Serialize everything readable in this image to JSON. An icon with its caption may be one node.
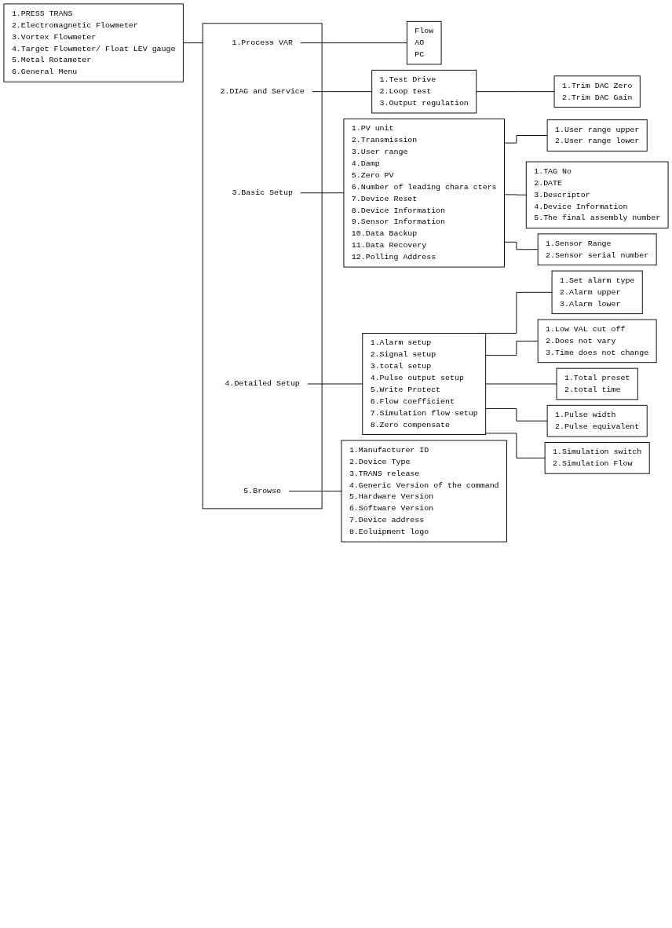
{
  "diagram": {
    "nodes": [
      {
        "text": [
          "1.PRESS TRANS",
          "2.Electromagnetic Flowmeter",
          "3.Vortex Flowmeter",
          "4.Target Flowmeter/ Float LEV gauge",
          "5.Metal Rotameter",
          "6.General Menu"
        ]
      },
      {
        "text": [],
        "shape": "box"
      },
      {
        "text": [
          "1.Process VAR"
        ],
        "in": 1
      },
      {
        "text": [
          "2.DIAG and Service"
        ],
        "in": 1
      },
      {
        "text": [
          "3.Basic Setup"
        ],
        "in": 1
      },
      {
        "text": [
          "4.Detailed Setup"
        ],
        "in": 1
      },
      {
        "text": [
          "5.Browse"
        ],
        "in": 1
      },
      {
        "text": [
          "Flow",
          "AO",
          "PC"
        ]
      },
      {
        "text": [
          "1.Test Drive",
          "2.Loop test",
          "3.Output regulation"
        ]
      },
      {
        "text": [
          "1.Trim DAC Zero",
          "2.Trim DAC Gain"
        ]
      },
      {
        "text": [
          "1.PV unit",
          "2.Transmission",
          "3.User range",
          "4.Damp",
          "5.Zero PV",
          "6.Number of leading chara cters",
          "7.Device Reset",
          "8.Device Information",
          "9.Sensor Information",
          "10.Data Backup",
          "11.Data Recovery",
          "12.Polling Address"
        ]
      },
      {
        "text": [
          "1.User range upper",
          "2.User range lower"
        ]
      },
      {
        "text": [
          "1.TAG No",
          "2.DATE",
          "3.Descriptor",
          "4.Device Information",
          "5.The final assembly number"
        ]
      },
      {
        "text": [
          "1.Sensor Range",
          "2.Sensor serial number"
        ]
      },
      {
        "text": [
          "1.Alarm setup",
          "2.Signal setup",
          "3.total setup",
          "4.Pulse output setup",
          "5.Write Protect",
          "6.Flow coefficient",
          "7.Simulation flow setup",
          "8.Zero compensate"
        ]
      },
      {
        "text": [
          "1.Set alarm type",
          "2.Alarm upper",
          "3.Alarm lower"
        ]
      },
      {
        "text": [
          "1.Low VAL cut off",
          "2.Does not vary",
          "3.Time does not change"
        ]
      },
      {
        "text": [
          "1.Total preset",
          "2.total time"
        ]
      },
      {
        "text": [
          "1.Pulse width",
          "2.Pulse equivalent"
        ]
      },
      {
        "text": [
          "1.Simulation switch",
          "2.Simulation Flow"
        ]
      },
      {
        "text": [
          "1.Manufacturer ID",
          "2.Device Type",
          "3.TRANS release",
          "4.Generic Version of the command",
          "5.Hardware Version",
          "6.Software Version",
          "7.Device address",
          "8.Eoluipment logo"
        ]
      }
    ],
    "edges": [
      {
        "from": 0,
        "to": 1,
        "arrow": "none"
      },
      {
        "from": 2,
        "to": 7,
        "arrow": "none"
      },
      {
        "from": 3,
        "to": 8,
        "arrow": "none"
      },
      {
        "from": 8,
        "to": 9,
        "arrow": "none"
      },
      {
        "from": 4,
        "to": 10,
        "arrow": "none"
      },
      {
        "from": 10,
        "to": 11,
        "arrow": "none"
      },
      {
        "from": 10,
        "to": 12,
        "arrow": "none"
      },
      {
        "from": 10,
        "to": 13,
        "arrow": "none"
      },
      {
        "from": 5,
        "to": 14,
        "arrow": "none"
      },
      {
        "from": 14,
        "to": 15,
        "arrow": "none"
      },
      {
        "from": 14,
        "to": 16,
        "arrow": "none"
      },
      {
        "from": 14,
        "to": 17,
        "arrow": "none"
      },
      {
        "from": 14,
        "to": 18,
        "arrow": "none"
      },
      {
        "from": 14,
        "to": 19,
        "arrow": "none"
      },
      {
        "from": 6,
        "to": 20,
        "arrow": "none"
      }
    ]
  }
}
